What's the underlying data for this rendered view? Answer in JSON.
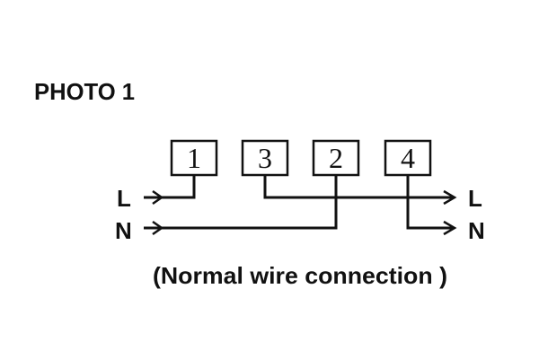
{
  "title": "PHOTO 1",
  "terminals": [
    "1",
    "3",
    "2",
    "4"
  ],
  "lines": {
    "input_live": "L",
    "input_neutral": "N",
    "output_live": "L",
    "output_neutral": "N"
  },
  "caption": "(Normal wire connection )"
}
